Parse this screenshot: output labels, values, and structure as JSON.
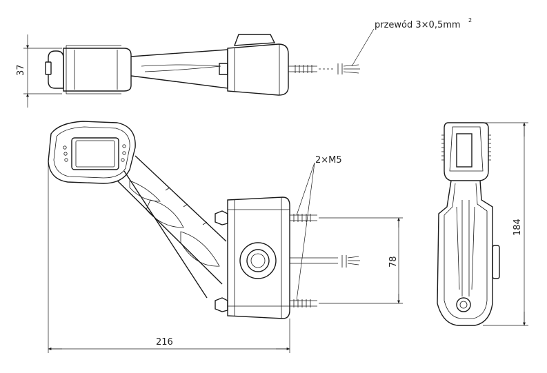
{
  "annotations": {
    "wire": "przewód 3×0,5mm",
    "wire_sup": "2",
    "thread": "2×M5"
  },
  "dimensions": {
    "top_height": "37",
    "bolt_spacing": "78",
    "total_width": "216",
    "total_height": "184"
  }
}
